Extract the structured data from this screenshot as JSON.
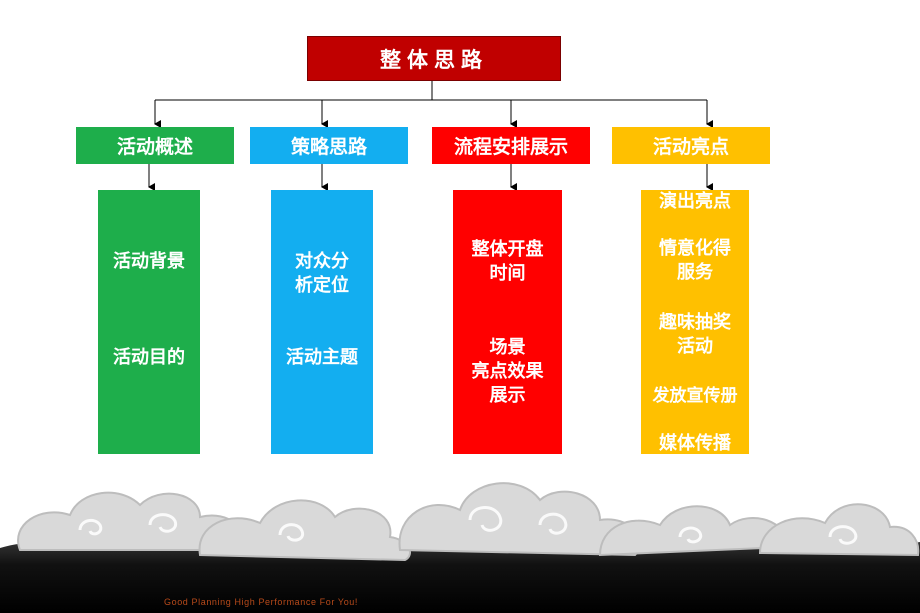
{
  "title": "整体思路",
  "colors": {
    "root": "#c00000",
    "green": "#1eae4b",
    "blue": "#13aef0",
    "red": "#ff0000",
    "amber": "#ffc000"
  },
  "branches": [
    {
      "label": "活动概述",
      "items": [
        "活动背景",
        "活动目的"
      ]
    },
    {
      "label": "策略思路",
      "items": [
        "对众分\n析定位",
        "活动主题"
      ]
    },
    {
      "label": "流程安排展示",
      "items": [
        "整体开盘\n时间",
        "场景\n亮点效果\n展示"
      ]
    },
    {
      "label": "活动亮点",
      "items": [
        "演出亮点",
        "情意化得\n服务",
        "趣味抽奖\n活动",
        "发放宣传册",
        "媒体传播"
      ]
    }
  ],
  "footer": {
    "slogan": "Good Planning High Performance For You!"
  }
}
